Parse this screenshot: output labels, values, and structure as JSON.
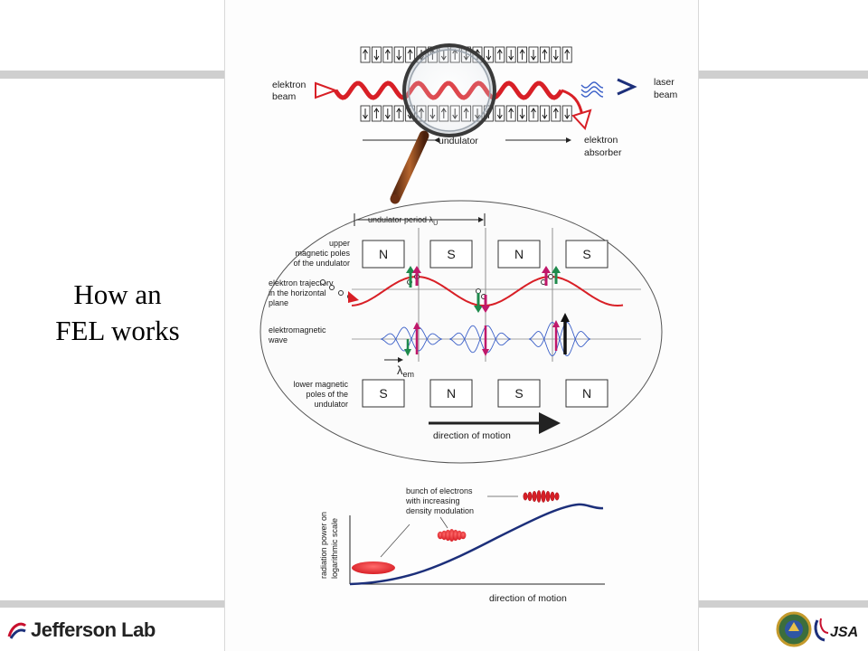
{
  "slide": {
    "title_line1": "How an",
    "title_line2": "FEL works"
  },
  "top_diagram": {
    "electron_beam_line1": "elektron",
    "electron_beam_line2": "beam",
    "laser_beam_line1": "laser",
    "laser_beam_line2": "beam",
    "undulator": "undulator",
    "absorber_line1": "elektron",
    "absorber_line2": "absorber"
  },
  "detail_diagram": {
    "undulator_period": "undulator period λ",
    "undulator_period_sub": "U",
    "upper_poles": [
      "upper",
      "magnetic poles",
      "of the undulator"
    ],
    "trajectory": [
      "elektron trajectory",
      "in the horizontal",
      "plane"
    ],
    "em_wave": [
      "elektromagnetic",
      "wave"
    ],
    "lower_poles": [
      "lower magnetic",
      "poles of the",
      "undulator"
    ],
    "lambda_em": "λ",
    "lambda_em_sub": "em",
    "upper_pole_labels": [
      "N",
      "S",
      "N",
      "S"
    ],
    "lower_pole_labels": [
      "S",
      "N",
      "S",
      "N"
    ],
    "direction": "direction of motion"
  },
  "growth_plot": {
    "annotation": [
      "bunch of electrons",
      "with increasing",
      "density modulation"
    ],
    "ylabel_line1": "radiation power on",
    "ylabel_line2": "logarithmic scale",
    "xlabel": "direction of motion"
  },
  "footer": {
    "logo_text": "Jefferson Lab",
    "jsa_text": "JSA"
  },
  "colors": {
    "beam_red": "#d81f26",
    "wave_blue": "#3a5fc8",
    "curve_navy": "#1c2f7a",
    "green_arrow": "#1f8a4c",
    "magenta_arrow": "#c0186a"
  }
}
